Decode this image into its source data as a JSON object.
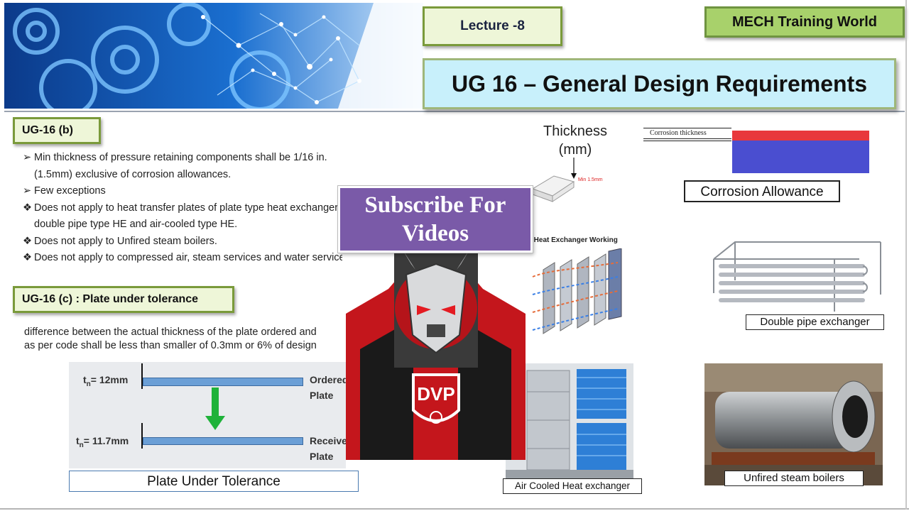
{
  "header": {
    "lecture": "Lecture -8",
    "brand": "MECH Training World",
    "title": "UG 16 – General Design Requirements"
  },
  "sectionB": {
    "heading": "UG-16 (b)",
    "bullets": [
      {
        "symbol": "➢",
        "text": "Min thickness of pressure retaining components shall be 1/16 in."
      },
      {
        "symbol": "",
        "text": "(1.5mm) exclusive of corrosion allowances."
      },
      {
        "symbol": "➢",
        "text": "Few exceptions"
      },
      {
        "symbol": "❖",
        "text": "Does not apply to heat transfer plates of plate type heat exchangers,"
      },
      {
        "symbol": "",
        "text": "double pipe type HE and air-cooled type HE."
      },
      {
        "symbol": "❖",
        "text": "Does not apply to Unfired steam boilers."
      },
      {
        "symbol": "❖",
        "text": "Does not apply to compressed air, steam services and water service."
      }
    ]
  },
  "sectionC": {
    "heading": "UG-16 (c) : Plate under tolerance",
    "text_line1": "difference between the actual thickness of the plate ordered and",
    "text_line2": "as per code shall be less than smaller of 0.3mm or 6% of design"
  },
  "tolerance_figure": {
    "tn_top": "= 12mm",
    "tn_bottom": "= 11.7mm",
    "t": "t",
    "n": "n",
    "ordered_l1": "Ordered",
    "ordered_l2": "Plate",
    "received_l1": "Received",
    "received_l2": "Plate",
    "caption": "Plate Under Tolerance"
  },
  "thickness_figure": {
    "title_l1": "Thickness",
    "title_l2": "(mm)",
    "min_label": "Min 1.5mm"
  },
  "corrosion_figure": {
    "label": "Corrosion thickness",
    "caption": "Corrosion Allowance",
    "top_color": "#e8383c",
    "base_color": "#4a4ed0"
  },
  "phe_figure": {
    "title": "Plate Heat Exchanger Working"
  },
  "captions": {
    "double_pipe": "Double pipe exchanger",
    "air_cooled": "Air Cooled Heat exchanger",
    "boiler": "Unfired steam boilers"
  },
  "overlay": {
    "banner_l1": "Subscribe For",
    "banner_l2": "Videos",
    "logo_text": "DVP",
    "banner_color": "#7a5aa8"
  }
}
